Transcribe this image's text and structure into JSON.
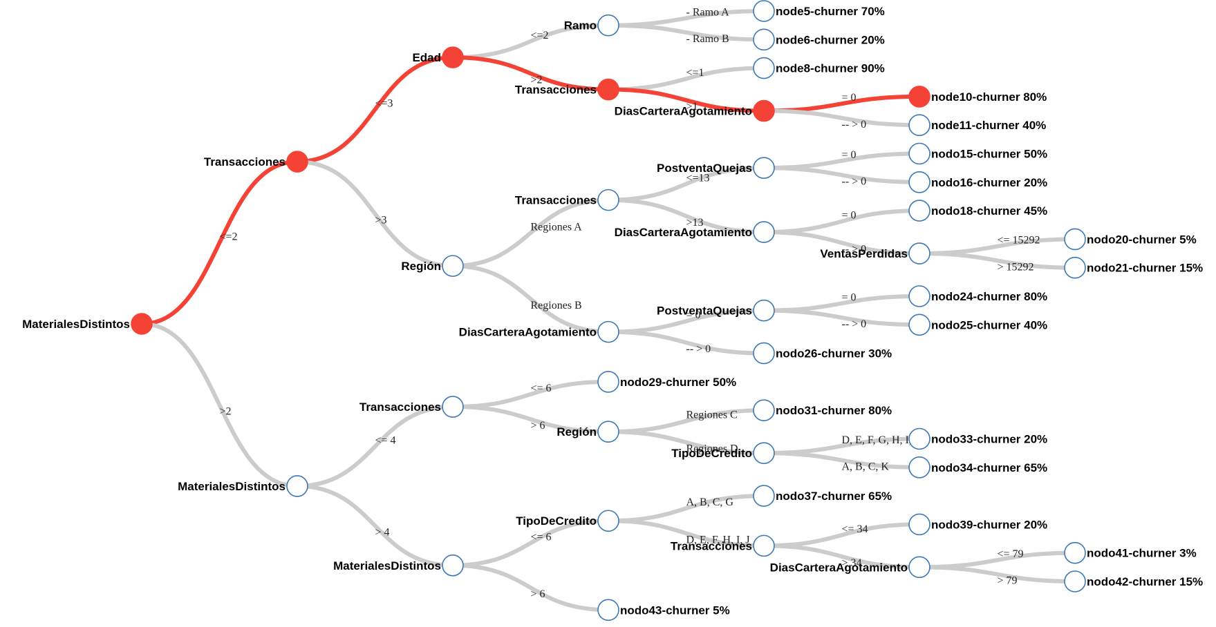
{
  "tree": {
    "highlight_color": "#f44336",
    "link_color": "#cccccc",
    "node_stroke_color": "#3c78b4",
    "root": {
      "label": "MaterialesDistintos",
      "highlighted": true,
      "children": [
        {
          "edge": "<=2",
          "label": "Transacciones",
          "highlighted": true,
          "children": [
            {
              "edge": "<=3",
              "label": "Edad",
              "highlighted": true,
              "children": [
                {
                  "edge": "<=2",
                  "label": "Ramo",
                  "children": [
                    {
                      "edge": "- Ramo A",
                      "label": "node5-churner 70%"
                    },
                    {
                      "edge": "- Ramo B",
                      "label": "node6-churner 20%"
                    }
                  ]
                },
                {
                  "edge": ">2",
                  "label": "Transacciones",
                  "highlighted": true,
                  "children": [
                    {
                      "edge": "<=1",
                      "label": "node8-churner 90%"
                    },
                    {
                      "edge": ">1",
                      "label": "DiasCarteraAgotamiento",
                      "highlighted": true,
                      "children": [
                        {
                          "edge": "= 0",
                          "label": "node10-churner 80%",
                          "highlighted": true
                        },
                        {
                          "edge": "-- > 0",
                          "label": "node11-churner 40%"
                        }
                      ]
                    }
                  ]
                }
              ]
            },
            {
              "edge": ">3",
              "label": "Región",
              "children": [
                {
                  "edge": "Regiones A",
                  "label": "Transacciones",
                  "children": [
                    {
                      "edge": "<=13",
                      "label": "PostventaQuejas",
                      "children": [
                        {
                          "edge": "= 0",
                          "label": "nodo15-churner 50%"
                        },
                        {
                          "edge": "-- > 0",
                          "label": "nodo16-churner 20%"
                        }
                      ]
                    },
                    {
                      "edge": ">13",
                      "label": "DiasCarteraAgotamiento",
                      "children": [
                        {
                          "edge": "= 0",
                          "label": "nodo18-churner 45%"
                        },
                        {
                          "edge": "-- > 0",
                          "label": "VentasPerdidas",
                          "children": [
                            {
                              "edge": "<= 15292",
                              "label": "nodo20-churner 5%"
                            },
                            {
                              "edge": "> 15292",
                              "label": "nodo21-churner 15%"
                            }
                          ]
                        }
                      ]
                    }
                  ]
                },
                {
                  "edge": "Regiones B",
                  "label": "DiasCarteraAgotamiento",
                  "children": [
                    {
                      "edge": "= 0",
                      "label": "PostventaQuejas",
                      "children": [
                        {
                          "edge": "= 0",
                          "label": "nodo24-churner 80%"
                        },
                        {
                          "edge": "-- > 0",
                          "label": "nodo25-churner 40%"
                        }
                      ]
                    },
                    {
                      "edge": "-- > 0",
                      "label": "nodo26-churner 30%"
                    }
                  ]
                }
              ]
            }
          ]
        },
        {
          "edge": ">2",
          "label": "MaterialesDistintos",
          "children": [
            {
              "edge": "<= 4",
              "label": "Transacciones",
              "children": [
                {
                  "edge": "<= 6",
                  "label": "nodo29-churner 50%"
                },
                {
                  "edge": "> 6",
                  "label": "Región",
                  "children": [
                    {
                      "edge": "Regiones C",
                      "label": "nodo31-churner 80%"
                    },
                    {
                      "edge": "Regiones D",
                      "label": "TipoDeCredito",
                      "children": [
                        {
                          "edge": "D, E, F, G, H, I, J",
                          "label": "nodo33-churner 20%"
                        },
                        {
                          "edge": "A, B, C, K",
                          "label": "nodo34-churner 65%"
                        }
                      ]
                    }
                  ]
                }
              ]
            },
            {
              "edge": "> 4",
              "label": "MaterialesDistintos",
              "children": [
                {
                  "edge": "<= 6",
                  "label": "TipoDeCredito",
                  "children": [
                    {
                      "edge": "A, B, C, G",
                      "label": "nodo37-churner 65%"
                    },
                    {
                      "edge": "D, E, F, H, I, J",
                      "label": "Transacciones",
                      "children": [
                        {
                          "edge": "<= 34",
                          "label": "nodo39-churner 20%"
                        },
                        {
                          "edge": "> 34",
                          "label": "DiasCarteraAgotamiento",
                          "children": [
                            {
                              "edge": "<= 79",
                              "label": "nodo41-churner 3%"
                            },
                            {
                              "edge": "> 79",
                              "label": "nodo42-churner 15%"
                            }
                          ]
                        }
                      ]
                    }
                  ]
                },
                {
                  "edge": "> 6",
                  "label": "nodo43-churner 5%"
                }
              ]
            }
          ]
        }
      ]
    }
  }
}
